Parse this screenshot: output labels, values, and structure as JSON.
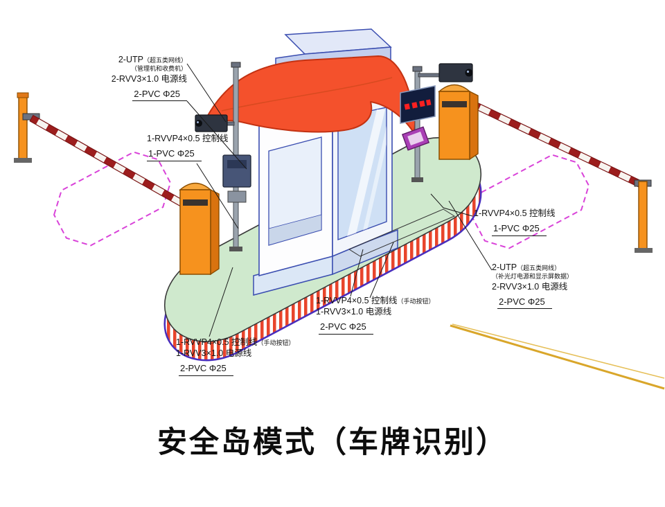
{
  "title": "安全岛模式（车牌识别）",
  "annotations": {
    "b1": {
      "l1m": "2-UTP",
      "l1s": "（超五类网线）",
      "l2s": "（管理机和收费机）",
      "l3": "2-RVV3×1.0 电源线",
      "l4": "2-PVC Φ25"
    },
    "b2": {
      "l1": "1-RVVP4×0.5 控制线",
      "l2": "1-PVC Φ25"
    },
    "b3": {
      "l1": "1-RVVP4×0.5 控制线",
      "l2": "1-PVC Φ25"
    },
    "b4": {
      "l1m": "2-UTP",
      "l1s": "（超五类网线）",
      "l2s": "（补光灯电源和显示屏数据）",
      "l3": "2-RVV3×1.0 电源线",
      "l4": "2-PVC Φ25"
    },
    "b5": {
      "l1": "1-RVVP4×0.5 控制线",
      "l1s": "（手动按钮）",
      "l2": "1-RVV3×1.0 电源线",
      "l3": "2-PVC Φ25"
    },
    "b6": {
      "l1": "1-RVVP4×0.5 控制线",
      "l1s": "（手动按钮）",
      "l2": "1-RVV3×1.0 电源线",
      "l3": "2-PVC Φ25"
    }
  },
  "colors": {
    "canopy_orange": "#f4512c",
    "cabinet_orange": "#f6921e",
    "island_green": "#cfe9cd",
    "stripe_red": "#e8452c",
    "island_base_blue": "#4a2fbd",
    "outline_blue": "#3a4db0",
    "vehicle_zone_magenta": "#d943d9",
    "arm_stripe_red": "#9c1d1d",
    "led_red": "#ff2020",
    "fill_light_magenta": "#a93fb5",
    "road_line_yellow": "#d9a62a"
  }
}
